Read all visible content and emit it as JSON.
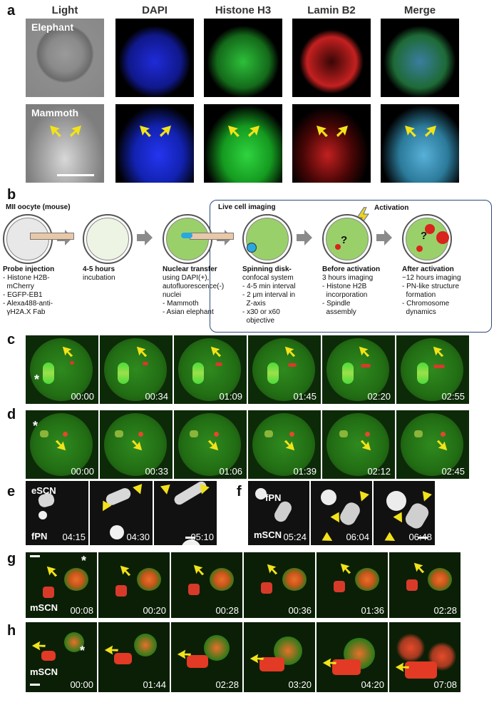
{
  "panels": {
    "a": "a",
    "b": "b",
    "c": "c",
    "d": "d",
    "e": "e",
    "f": "f",
    "g": "g",
    "h": "h"
  },
  "panel_a": {
    "columns": [
      "Light",
      "DAPI",
      "Histone H3",
      "Lamin B2",
      "Merge"
    ],
    "rows": [
      "Elephant",
      "Mammoth"
    ]
  },
  "panel_b": {
    "title_left": "MII oocyte (mouse)",
    "live_title": "Live cell imaging",
    "activation": "Activation",
    "steps": [
      {
        "title": "Probe injection",
        "lines": [
          "- Histone H2B-",
          "  mCherry",
          "- EGFP-EB1",
          "- Alexa488-anti-",
          "  γH2A.X Fab"
        ]
      },
      {
        "title": "4-5 hours",
        "lines": [
          "incubation"
        ]
      },
      {
        "title": "Nuclear transfer",
        "lines": [
          "using DAPI(+),",
          "autofluorescence(-)",
          "nuclei",
          "- Mammoth",
          "- Asian elephant"
        ]
      },
      {
        "title": "Spinning disk-",
        "lines": [
          "confocal system",
          "- 4-5 min interval",
          "- 2 μm interval in",
          "  Z-axis",
          "- x30 or x60",
          "  objective"
        ]
      },
      {
        "title": "Before activation",
        "lines": [
          "3 hours imaging",
          "- Histone H2B",
          "  incorporation",
          "- Spindle",
          "  assembly"
        ]
      },
      {
        "title": "After activation",
        "lines": [
          "~12 hours imaging",
          "- PN-like structure",
          "  formation",
          "- Chromosome",
          "  dynamics"
        ]
      }
    ],
    "question_mark": "?"
  },
  "panel_c": {
    "times": [
      "00:00",
      "00:34",
      "01:09",
      "01:45",
      "02:20",
      "02:55"
    ],
    "asterisk": "*"
  },
  "panel_d": {
    "times": [
      "00:00",
      "00:33",
      "01:06",
      "01:39",
      "02:12",
      "02:45"
    ],
    "asterisk": "*"
  },
  "panel_e": {
    "label_top": "eSCN",
    "label_bottom": "fPN",
    "times": [
      "04:15",
      "04:30",
      "05:10"
    ]
  },
  "panel_f": {
    "label_top": "fPN",
    "label_bottom": "mSCN",
    "times": [
      "05:24",
      "06:04",
      "06:48"
    ]
  },
  "panel_g": {
    "label": "mSCN",
    "times": [
      "00:08",
      "00:20",
      "00:28",
      "00:36",
      "01:36",
      "02:28"
    ],
    "asterisk": "*"
  },
  "panel_h": {
    "label": "mSCN",
    "times": [
      "00:00",
      "01:44",
      "02:28",
      "03:20",
      "04:20",
      "07:08"
    ],
    "asterisk": "*"
  },
  "colors": {
    "arrow": "#f2e21a",
    "green_bg": "#1f6b12",
    "red": "#e0301e",
    "dapi": "#1a2ad8"
  }
}
